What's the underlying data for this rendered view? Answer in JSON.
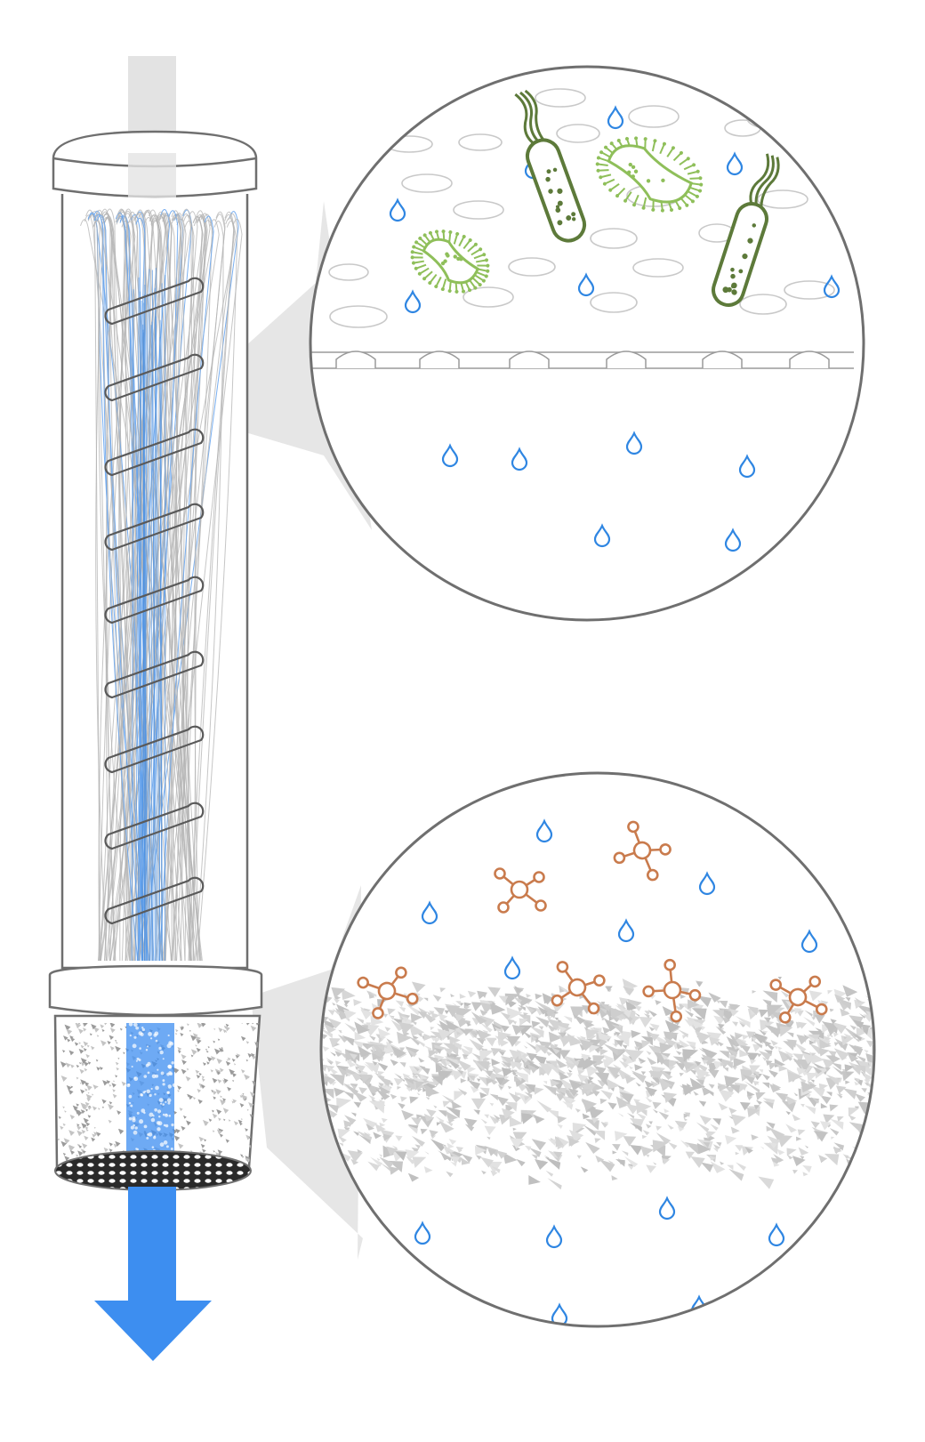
{
  "diagram": {
    "subject": "water-filter-cartridge",
    "colors": {
      "outline": "#6f6f6f",
      "cone": "#e6e6e6",
      "fiber": "#b3b3b3",
      "water_blue": "#3d8ef0",
      "drop": "#2f86e2",
      "bacteria_dark": "#5d7a3a",
      "bacteria_light": "#8fbf5a",
      "molecule": "#c97b4d",
      "carbon": "#d7d7d7"
    },
    "parts": [
      {
        "name": "inflow-stream",
        "icon": "stream"
      },
      {
        "name": "top-cap",
        "icon": "cap"
      },
      {
        "name": "hollow-fiber-membrane",
        "icon": "fiber-bundle"
      },
      {
        "name": "carbon-chamber",
        "icon": "carbon-block"
      },
      {
        "name": "outflow-arrow",
        "icon": "arrow-down"
      }
    ],
    "zoom_views": [
      {
        "name": "membrane-magnification",
        "contents": [
          "bacteria-icon",
          "water-drop-icon",
          "membrane-pores"
        ]
      },
      {
        "name": "carbon-magnification",
        "contents": [
          "molecule-icon",
          "water-drop-icon",
          "carbon-granules"
        ]
      }
    ]
  }
}
